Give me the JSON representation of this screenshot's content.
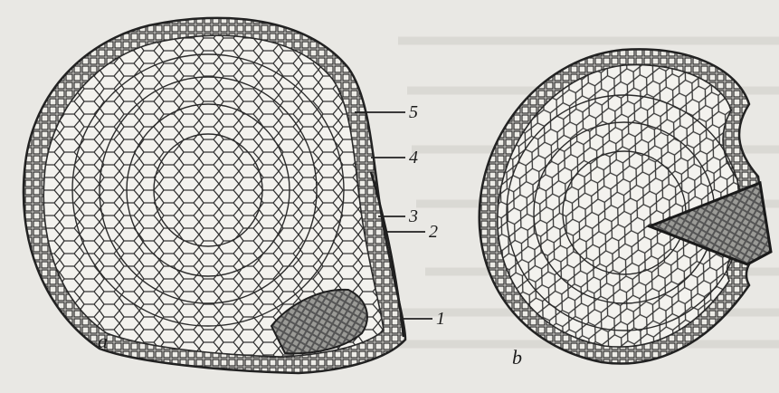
{
  "figure": {
    "panel_a": {
      "panel_label": "a",
      "callouts": [
        "5",
        "4",
        "3",
        "2",
        "1"
      ]
    },
    "panel_b": {
      "panel_label": "b"
    }
  },
  "colors": {
    "background": "#e9e8e4",
    "ink": "#2a2a2a",
    "cell_fill": "#f3f2ee"
  }
}
